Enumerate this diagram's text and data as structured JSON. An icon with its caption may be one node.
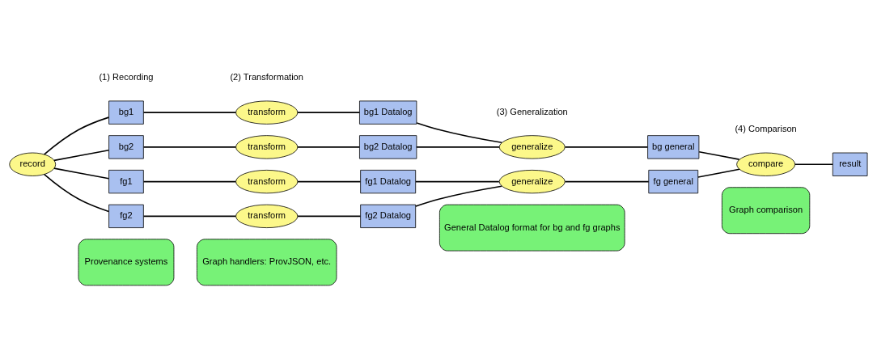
{
  "diagram": {
    "nodes": [
      {
        "text": [
          "Provenance systems"
        ]
      },
      {
        "text": [
          "Graph handlers: ProvJSON, etc."
        ]
      },
      {
        "text": [
          "General Datalog format for bg and fg graphs"
        ]
      },
      {
        "text": [
          "Graph comparison"
        ]
      },
      {
        "text": [
          "record"
        ]
      },
      {
        "text": [
          "bg1"
        ]
      },
      {
        "text": [
          "bg2"
        ]
      },
      {
        "text": [
          "fg1"
        ]
      },
      {
        "text": [
          "fg2"
        ]
      },
      {
        "text": [
          "transform"
        ]
      },
      {
        "text": [
          "transform"
        ]
      },
      {
        "text": [
          "transform"
        ]
      },
      {
        "text": [
          "transform"
        ]
      },
      {
        "text": [
          "bg1 Datalog"
        ]
      },
      {
        "text": [
          "bg2 Datalog"
        ]
      },
      {
        "text": [
          "fg1 Datalog"
        ]
      },
      {
        "text": [
          "fg2 Datalog"
        ]
      },
      {
        "text": [
          "generalize"
        ]
      },
      {
        "text": [
          "generalize"
        ]
      },
      {
        "text": [
          "bg general"
        ]
      },
      {
        "text": [
          "fg general"
        ]
      },
      {
        "text": [
          "compare"
        ]
      },
      {
        "text": [
          "result"
        ]
      }
    ],
    "edges": [
      {
        "from": 4,
        "to": 5,
        "arrow": "none"
      },
      {
        "from": 4,
        "to": 6,
        "arrow": "none"
      },
      {
        "from": 4,
        "to": 7,
        "arrow": "none"
      },
      {
        "from": 4,
        "to": 8,
        "arrow": "none"
      },
      {
        "from": 5,
        "to": 9,
        "arrow": "none"
      },
      {
        "from": 6,
        "to": 10,
        "arrow": "none"
      },
      {
        "from": 7,
        "to": 11,
        "arrow": "none"
      },
      {
        "from": 8,
        "to": 12,
        "arrow": "none"
      },
      {
        "from": 9,
        "to": 13,
        "arrow": "none"
      },
      {
        "from": 10,
        "to": 14,
        "arrow": "none"
      },
      {
        "from": 11,
        "to": 15,
        "arrow": "none"
      },
      {
        "from": 12,
        "to": 16,
        "arrow": "none"
      },
      {
        "from": 13,
        "to": 17,
        "arrow": "none"
      },
      {
        "from": 14,
        "to": 17,
        "arrow": "none"
      },
      {
        "from": 15,
        "to": 18,
        "arrow": "none"
      },
      {
        "from": 16,
        "to": 18,
        "arrow": "none"
      },
      {
        "from": 17,
        "to": 19,
        "arrow": "none"
      },
      {
        "from": 18,
        "to": 20,
        "arrow": "none"
      },
      {
        "from": 19,
        "to": 21,
        "arrow": "none"
      },
      {
        "from": 20,
        "to": 21,
        "arrow": "none"
      },
      {
        "from": 21,
        "to": 22,
        "arrow": "none"
      }
    ],
    "labels": [
      "(1) Recording",
      "(2) Transformation",
      "(3) Generalization",
      "(4) Comparison"
    ]
  }
}
